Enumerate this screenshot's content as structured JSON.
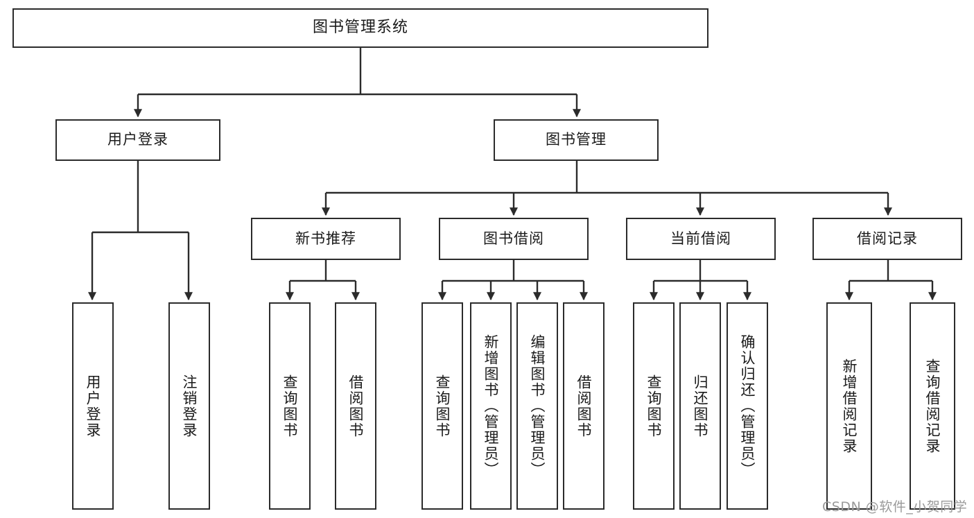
{
  "diagram": {
    "title": "图书管理系统",
    "type": "tree-hierarchy",
    "line_color": "#2b2b2b",
    "box_fill": "#ffffff",
    "text_color": "#1a1a1a",
    "root": {
      "label": "图书管理系统"
    },
    "level2": [
      {
        "label": "用户登录"
      },
      {
        "label": "图书管理"
      }
    ],
    "level3": [
      {
        "label": "新书推荐"
      },
      {
        "label": "图书借阅"
      },
      {
        "label": "当前借阅"
      },
      {
        "label": "借阅记录"
      }
    ],
    "leaves": {
      "user_login": [
        {
          "label": "用户登录"
        },
        {
          "label": "注销登录"
        }
      ],
      "new_book_recommend": [
        {
          "label": "查询图书"
        },
        {
          "label": "借阅图书"
        }
      ],
      "book_borrow": [
        {
          "label": "查询图书"
        },
        {
          "label": "新增图书（管理员）"
        },
        {
          "label": "编辑图书（管理员）"
        },
        {
          "label": "借阅图书"
        }
      ],
      "current_borrow": [
        {
          "label": "查询图书"
        },
        {
          "label": "归还图书"
        },
        {
          "label": "确认归还（管理员）"
        }
      ],
      "borrow_record": [
        {
          "label": "新增借阅记录"
        },
        {
          "label": "查询借阅记录"
        }
      ]
    }
  },
  "watermark": {
    "text": "CSDN @软件_小贺同学",
    "color": "#9a9a9a"
  }
}
